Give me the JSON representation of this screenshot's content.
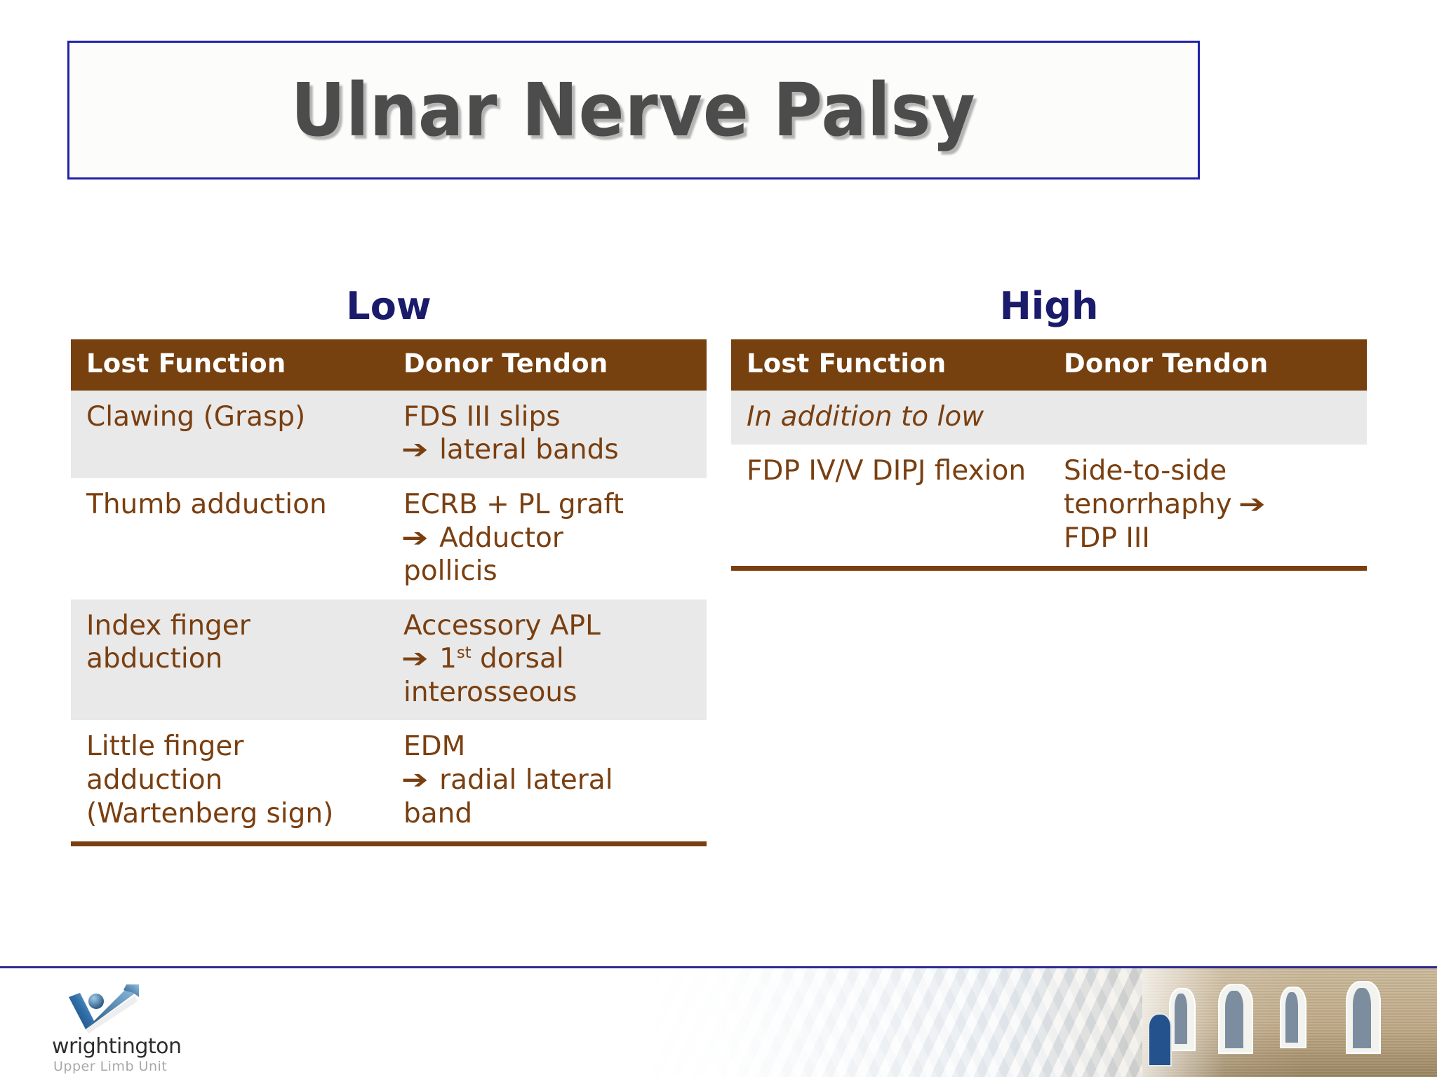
{
  "slide": {
    "title": "Ulnar Nerve Palsy"
  },
  "sections": {
    "low": {
      "heading": "Low",
      "columns": [
        "Lost Function",
        "Donor Tendon"
      ],
      "rows": [
        {
          "lost_function": "Clawing (Grasp)",
          "donor_line1": "FDS III slips",
          "donor_line2": "lateral bands",
          "donor_line3": ""
        },
        {
          "lost_function": "Thumb adduction",
          "donor_line1": "ECRB + PL graft",
          "donor_line2": "Adductor",
          "donor_line3": "pollicis"
        },
        {
          "lost_function": "Index finger abduction",
          "donor_line1": "Accessory APL",
          "donor_line2_pre": "1",
          "donor_line2_sup": "st",
          "donor_line2_post": " dorsal",
          "donor_line3": "interosseous"
        },
        {
          "lost_function": "Little finger adduction (Wartenberg sign)",
          "donor_line1": "EDM",
          "donor_line2": "radial lateral",
          "donor_line3": "band"
        }
      ]
    },
    "high": {
      "heading": "High",
      "columns": [
        "Lost Function",
        "Donor Tendon"
      ],
      "note": "In addition to low",
      "rows": [
        {
          "lost_function": "FDP IV/V DIPJ flexion",
          "donor_line1": "Side-to-side",
          "donor_line2": "tenorrhaphy",
          "donor_line3": "FDP III"
        }
      ]
    }
  },
  "icons": {
    "arrow": "➔"
  },
  "footer": {
    "logo_word": "wrightington",
    "logo_sub": "Upper Limb Unit"
  },
  "colors": {
    "table_header_brown": "#76400f",
    "table_text_brown": "#7a3f10",
    "row_shade": "#e9e9e9",
    "heading_navy": "#1b1b6b",
    "title_border_blue": "#2222aa",
    "title_text_gray": "#4c4c4c"
  }
}
